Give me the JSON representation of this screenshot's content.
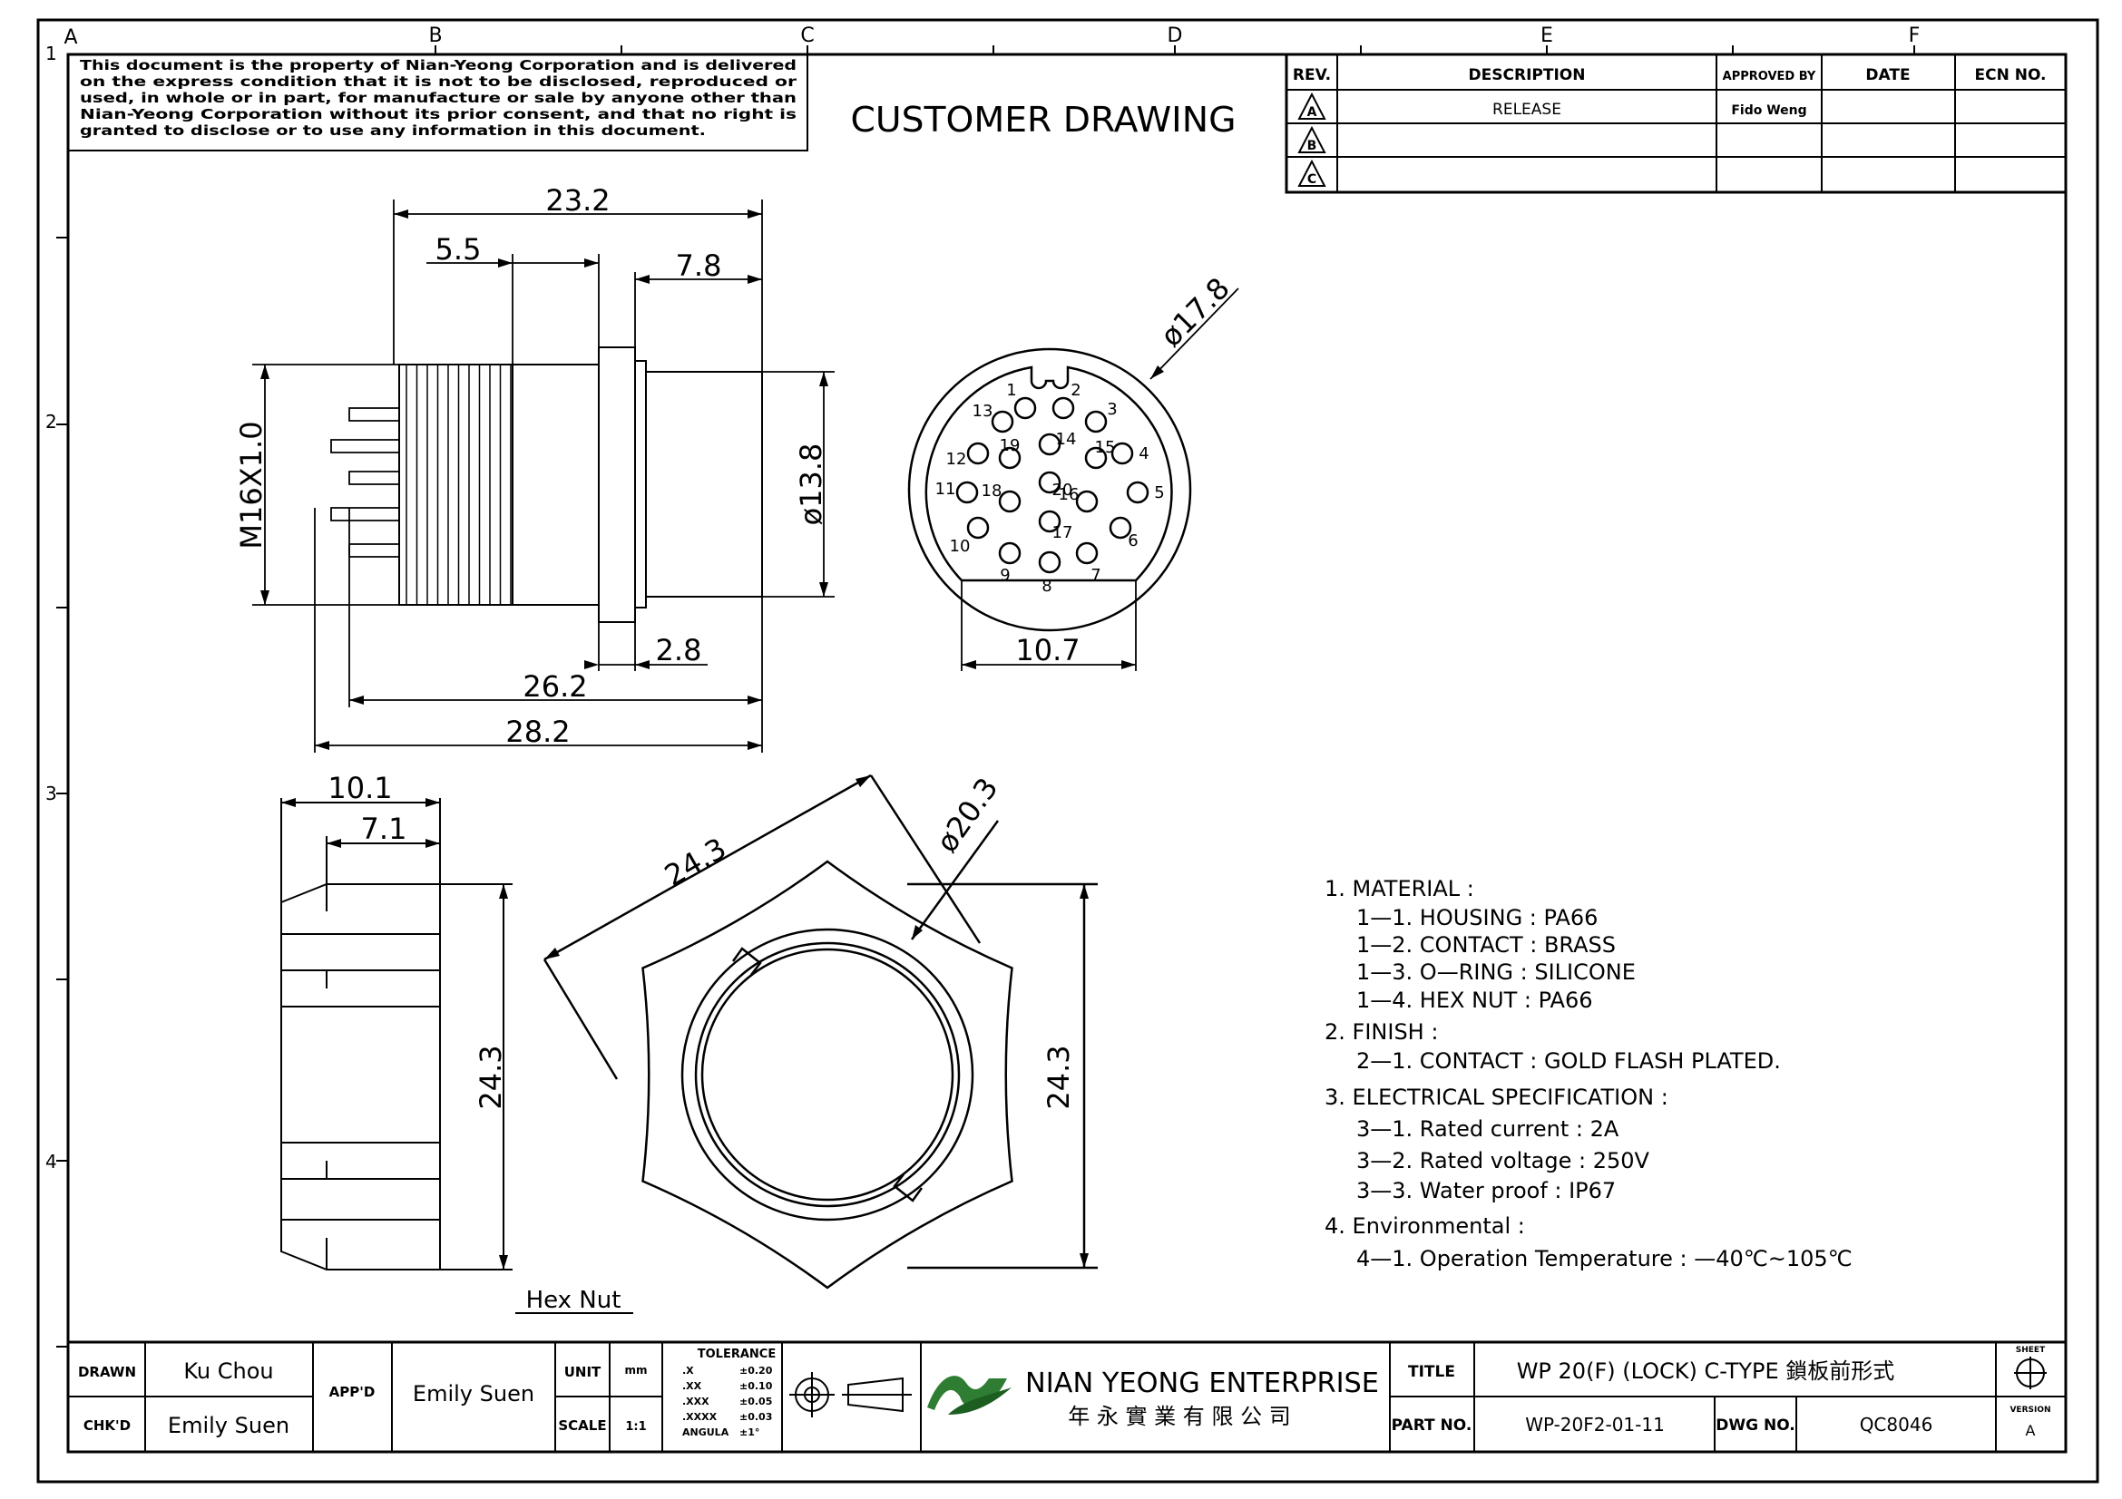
{
  "border": {
    "columns": [
      "A",
      "B",
      "C",
      "D",
      "E",
      "F"
    ],
    "rows": [
      "1",
      "2",
      "3",
      "4"
    ]
  },
  "notice": {
    "lines": [
      "This document is the property of Nian-Yeong Corporation and is delivered",
      "on  the  express condition that it is not to be disclosed, reproduced or",
      "used, in whole or in part, for manufacture or sale by anyone other than",
      "Nian-Yeong Corporation without  its prior consent, and that  no right  is",
      "granted to disclose or to use any information in this  document."
    ]
  },
  "heading": "CUSTOMER  DRAWING",
  "revision_table": {
    "headers": [
      "REV.",
      "DESCRIPTION",
      "APPROVED BY",
      "DATE",
      "ECN NO."
    ],
    "rows": [
      {
        "rev": "A",
        "description": "RELEASE",
        "approved_by": "Fido Weng",
        "date": "",
        "ecn": ""
      },
      {
        "rev": "B",
        "description": "",
        "approved_by": "",
        "date": "",
        "ecn": ""
      },
      {
        "rev": "C",
        "description": "",
        "approved_by": "",
        "date": "",
        "ecn": ""
      }
    ]
  },
  "side_view": {
    "dims": {
      "overall_top": "23.2",
      "thread_len": "5.5",
      "front_len": "7.8",
      "thread": "M16X1.0",
      "body_dia": "ø13.8",
      "flange": "2.8",
      "len_26": "26.2",
      "len_28": "28.2"
    }
  },
  "front_view": {
    "outer_dia": "ø17.8",
    "pitch": "10.7",
    "pins": [
      "1",
      "2",
      "3",
      "4",
      "5",
      "6",
      "7",
      "8",
      "9",
      "10",
      "11",
      "12",
      "13",
      "14",
      "15",
      "16",
      "17",
      "18",
      "19",
      "20"
    ]
  },
  "hex_nut_side": {
    "dims": {
      "w1": "10.1",
      "w2": "7.1",
      "h": "24.3"
    },
    "caption": "Hex  Nut"
  },
  "hex_nut_front": {
    "dims": {
      "across": "24.3",
      "dia": "ø20.3",
      "height": "24.3"
    }
  },
  "notes": [
    {
      "text": "1.  MATERIAL  :",
      "indent": 0
    },
    {
      "text": "1—1.  HOUSING  :  PA66",
      "indent": 1
    },
    {
      "text": "1—2.  CONTACT  :  BRASS",
      "indent": 1
    },
    {
      "text": "1—3.  O—RING  :  SILICONE",
      "indent": 1
    },
    {
      "text": "1—4.  HEX  NUT  :  PA66",
      "indent": 1
    },
    {
      "text": "2.  FINISH  :",
      "indent": 0
    },
    {
      "text": "2—1.  CONTACT  :  GOLD  FLASH  PLATED.",
      "indent": 1
    },
    {
      "text": "3.  ELECTRICAL  SPECIFICATION  :",
      "indent": 0
    },
    {
      "text": "3—1.  Rated  current  :  2A",
      "indent": 1
    },
    {
      "text": "3—2.  Rated  voltage  :  250V",
      "indent": 1
    },
    {
      "text": "3—3.  Water  proof  :  IP67",
      "indent": 1
    },
    {
      "text": "4.  Environmental  :",
      "indent": 0
    },
    {
      "text": "4—1.  Operation  Temperature  :  —40℃~105℃",
      "indent": 1
    }
  ],
  "title_block": {
    "drawn_label": "DRAWN",
    "drawn": "Ku Chou",
    "chkd_label": "CHK'D",
    "chkd": "Emily Suen",
    "appd_label": "APP'D",
    "appd": "Emily Suen",
    "unit_label": "UNIT",
    "unit": "mm",
    "scale_label": "SCALE",
    "scale": "1:1",
    "tolerance": {
      "title": "TOLERANCE",
      "rows": [
        [
          ".X",
          "±0.20"
        ],
        [
          ".XX",
          "±0.10"
        ],
        [
          ".XXX",
          "±0.05"
        ],
        [
          ".XXXX",
          "±0.03"
        ],
        [
          "ANGULA",
          "±1°"
        ]
      ]
    },
    "company_en": "NIAN YEONG ENTERPRISE",
    "company_zh": "年 永 實 業 有 限 公 司",
    "title_label": "TITLE",
    "title": "WP 20(F) (LOCK) C-TYPE 鎖板前形式",
    "part_label": "PART NO.",
    "part": "WP-20F2-01-11",
    "dwg_label": "DWG NO.",
    "dwg": "QC8046",
    "sheet_label": "SHEET",
    "version_label": "VERSION",
    "version": "A"
  }
}
